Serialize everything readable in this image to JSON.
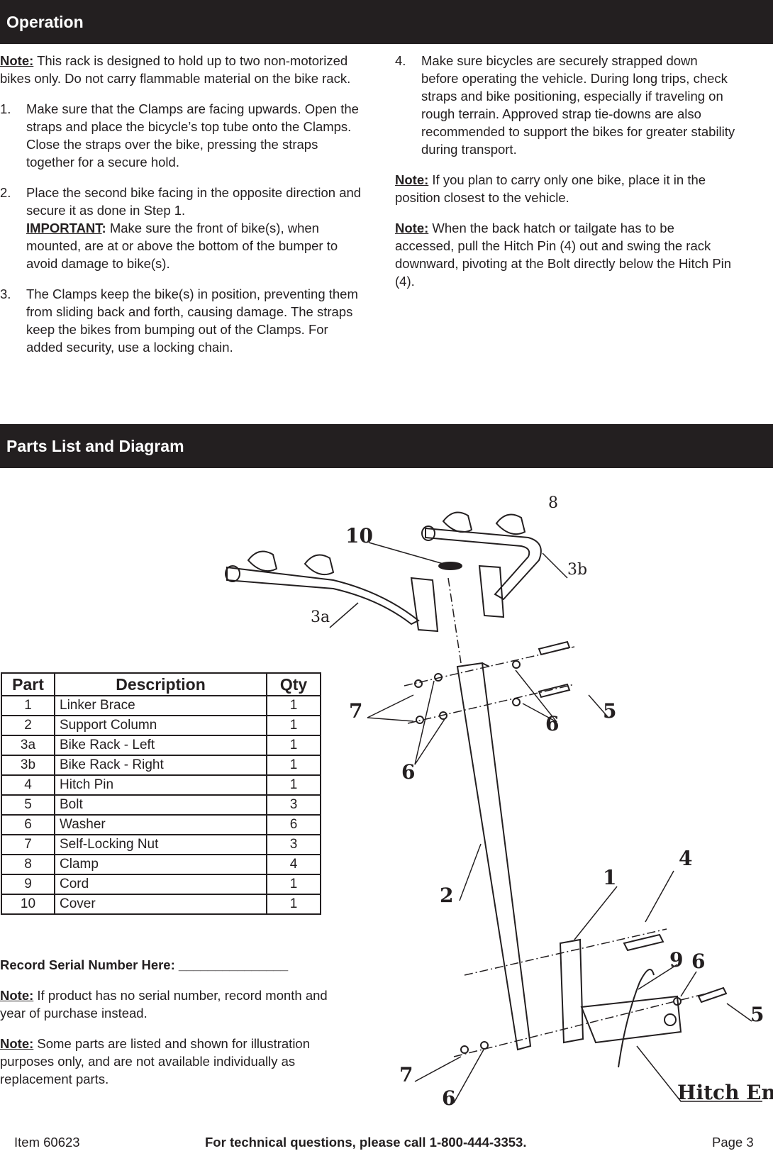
{
  "operation": {
    "title": "Operation",
    "note_label": "Note:",
    "note1": " This rack is designed to hold up to two non-motorized bikes only. Do not carry flammable material on the bike rack.",
    "steps": [
      {
        "num": "1.",
        "text": "Make sure that the Clamps are facing upwards. Open the straps and place the bicycle’s top tube onto the Clamps. Close the straps over the bike, pressing the straps together for a secure hold."
      },
      {
        "num": "2.",
        "text": "Place the second bike facing in the opposite direction and secure it as done in Step 1.",
        "important_label": "IMPORTANT",
        "important_colon": ":",
        "important_text": "  Make sure the front of bike(s), when mounted, are at or above the bottom of the bumper to avoid damage to bike(s)."
      },
      {
        "num": "3.",
        "text": "The Clamps keep the bike(s) in position, preventing them from sliding back and forth, causing damage. The straps keep the bikes from bumping out of the Clamps. For added security, use a locking chain."
      },
      {
        "num": "4.",
        "text": "Make sure bicycles are securely strapped down before operating the vehicle. During long trips, check straps and bike positioning, especially if traveling on rough terrain. Approved strap tie-downs are also recommended to support the bikes for greater stability during transport."
      }
    ],
    "note2": " If you plan to carry only one bike, place it in the position closest to the vehicle.",
    "note3": " When the back hatch or tailgate has to be accessed, pull the Hitch Pin (4) out and swing the rack downward, pivoting at the Bolt directly below the Hitch Pin (4)."
  },
  "parts_section": {
    "title": "Parts List and Diagram",
    "table_headers": {
      "part": "Part",
      "description": "Description",
      "qty": "Qty"
    },
    "rows": [
      {
        "part": "1",
        "description": "Linker Brace",
        "qty": "1"
      },
      {
        "part": "2",
        "description": "Support Column",
        "qty": "1"
      },
      {
        "part": "3a",
        "description": "Bike Rack - Left",
        "qty": "1"
      },
      {
        "part": "3b",
        "description": "Bike Rack - Right",
        "qty": "1"
      },
      {
        "part": "4",
        "description": "Hitch Pin",
        "qty": "1"
      },
      {
        "part": "5",
        "description": "Bolt",
        "qty": "3"
      },
      {
        "part": "6",
        "description": "Washer",
        "qty": "6"
      },
      {
        "part": "7",
        "description": "Self-Locking Nut",
        "qty": "3"
      },
      {
        "part": "8",
        "description": "Clamp",
        "qty": "4"
      },
      {
        "part": "9",
        "description": "Cord",
        "qty": "1"
      },
      {
        "part": "10",
        "description": "Cover",
        "qty": "1"
      }
    ],
    "serial_label": "Record Serial Number Here: _______________",
    "serial_note": " If product has no serial number, record month and year of purchase instead.",
    "parts_note": " Some parts are listed and shown for illustration purposes only, and are not available individually as replacement parts."
  },
  "diagram_labels": {
    "l10": "10",
    "l8": "8",
    "l3b": "3b",
    "l3a": "3a",
    "l7a": "7",
    "l5a": "5",
    "l6a": "6",
    "l6b": "6",
    "l4": "4",
    "l1": "1",
    "l2": "2",
    "l9": "9",
    "l6c": "6",
    "l5b": "5",
    "l7b": "7",
    "l6d": "6",
    "hitch": "Hitch End"
  },
  "footer": {
    "item": "Item 60623",
    "tech": "For technical questions, please call 1-800-444-3353.",
    "page": "Page 3"
  }
}
